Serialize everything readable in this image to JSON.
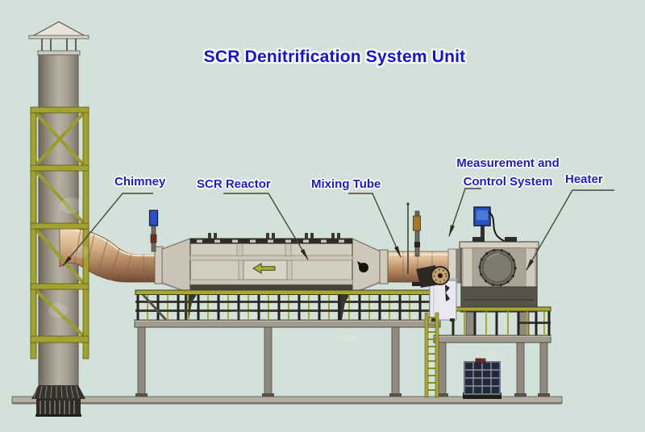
{
  "title": {
    "text": "SCR Denitrification System Unit"
  },
  "labels": {
    "chimney": "Chimney",
    "scr_reactor": "SCR Reactor",
    "mixing_tube": "Mixing Tube",
    "measurement_line1": "Measurement and",
    "measurement_line2": "Control System",
    "heater": "Heater"
  },
  "icons": {
    "flow_arrow": "left-arrow"
  },
  "colors": {
    "background": "#d2e1d9",
    "title_text": "#1313d8",
    "label_text": "#1c1ccd",
    "leader_line": "#4a463e",
    "truss_olive": "#a2a22e",
    "duct_tan": "#d8b48a",
    "reactor_panel": "#d2cec0",
    "heater_dark": "#57524a",
    "control_box_blue": "#2a50c8",
    "cabinet_white": "#e9e7f0"
  }
}
